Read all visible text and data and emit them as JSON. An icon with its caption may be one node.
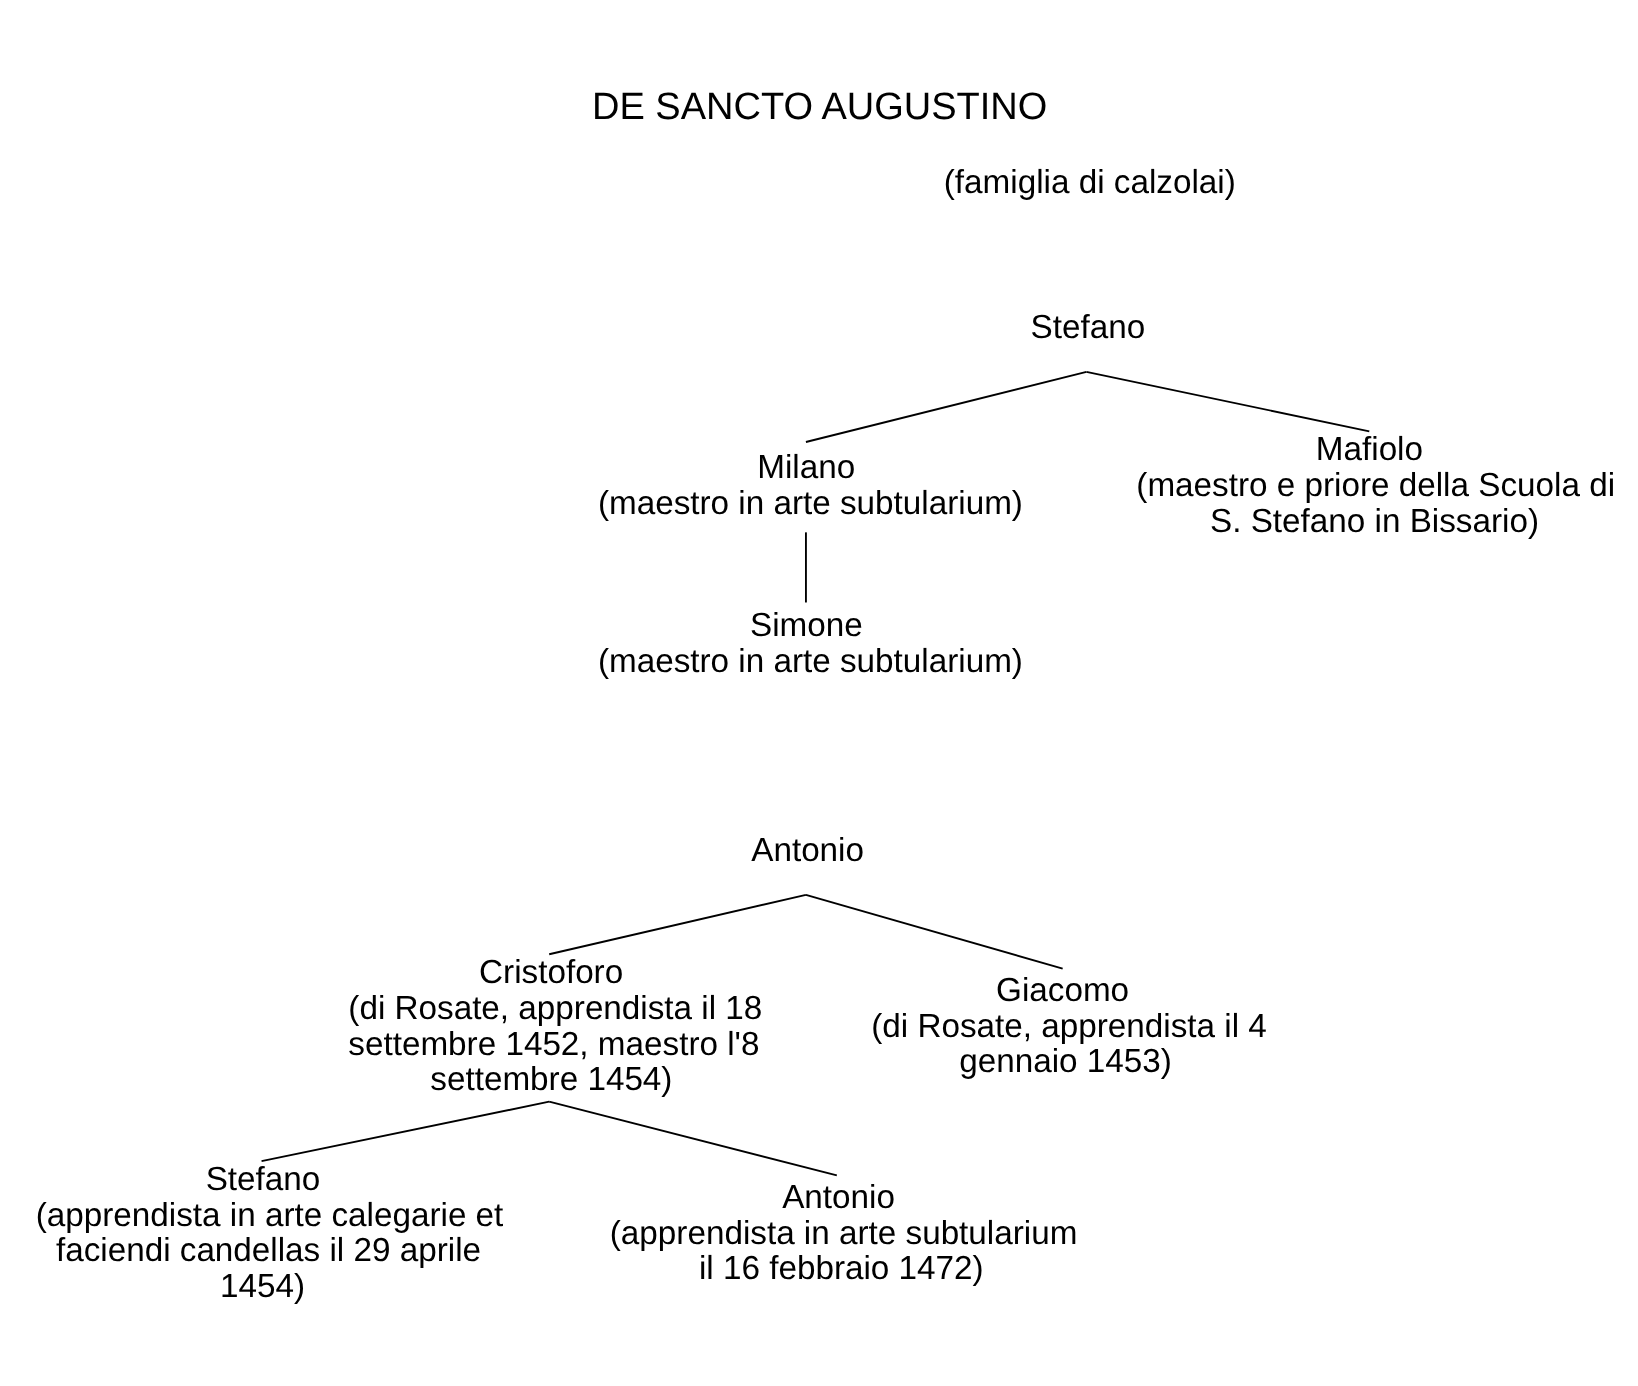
{
  "diagram": {
    "title": "DE SANCTO AUGUSTINO",
    "nodes": [
      {
        "text": [
          "Stefano"
        ]
      },
      {
        "text": [
          "Milano",
          "(maestro in arte subtularium)"
        ]
      },
      {
        "text": [
          "Mafiolo",
          "(maestro e priore della Scuola di S. Stefano in Bissario)"
        ]
      },
      {
        "text": [
          "Simone",
          "(maestro in arte subtularium)"
        ]
      },
      {
        "text": [
          "Antonio"
        ]
      },
      {
        "text": [
          "Cristoforo",
          "(di Rosate, apprendista il 18 settembre 1452, maestro l'8 settembre 1454)"
        ]
      },
      {
        "text": [
          "Giacomo",
          "(di Rosate, apprendista il 4 gennaio 1453)"
        ]
      },
      {
        "text": [
          "Stefano",
          "(apprendista in arte calegarie et faciendi candellas il 29 aprile 1454)"
        ]
      },
      {
        "text": [
          "Antonio",
          "(apprendista in arte subtularium il 16 febbraio 1472)"
        ]
      }
    ],
    "edges": [
      {
        "from": 0,
        "to": 1,
        "arrow": "none"
      },
      {
        "from": 0,
        "to": 2,
        "arrow": "none"
      },
      {
        "from": 1,
        "to": 3,
        "arrow": "none"
      },
      {
        "from": 4,
        "to": 5,
        "arrow": "none"
      },
      {
        "from": 4,
        "to": 6,
        "arrow": "none"
      },
      {
        "from": 5,
        "to": 7,
        "arrow": "none"
      },
      {
        "from": 5,
        "to": 8,
        "arrow": "none"
      }
    ],
    "labels": [
      "(famiglia di calzolai)"
    ]
  }
}
